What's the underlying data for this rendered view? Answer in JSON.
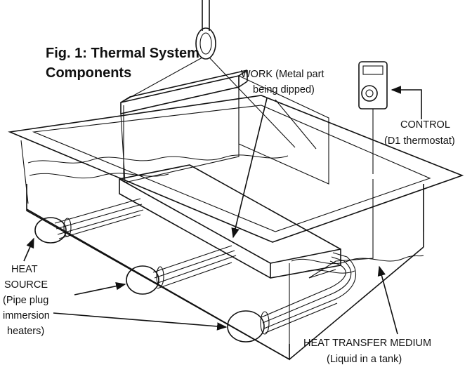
{
  "figure": {
    "title_line1": "Fig. 1: Thermal System",
    "title_line2": "Components"
  },
  "labels": {
    "work_line1": "WORK (Metal part",
    "work_line2": "being dipped)",
    "control_line1": "CONTROL",
    "control_line2": "(D1 thermostat)",
    "heat_source_line1": "HEAT",
    "heat_source_line2": "SOURCE",
    "heat_source_line3": "(Pipe plug",
    "heat_source_line4": "immersion",
    "heat_source_line5": "heaters)",
    "medium_line1": "HEAT TRANSFER MEDIUM",
    "medium_line2": "(Liquid in a tank)"
  },
  "icons": [
    "hoist-hook-icon",
    "thermostat-icon",
    "immersion-heater-icon"
  ]
}
